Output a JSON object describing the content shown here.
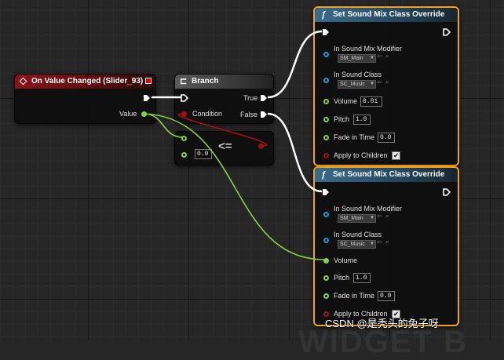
{
  "on_value_changed": {
    "title": "On Value Changed (Slider_93)",
    "value_label": "Value"
  },
  "branch": {
    "title": "Branch",
    "true_label": "True",
    "false_label": "False",
    "condition_label": "Condition"
  },
  "compare": {
    "operator": "<=",
    "value": "0.0"
  },
  "override_1": {
    "title": "Set Sound Mix Class Override",
    "modifier_label": "In Sound Mix Modifier",
    "modifier_value": "SM_Main",
    "class_label": "In Sound Class",
    "class_value": "SC_Music",
    "volume_label": "Volume",
    "volume_value": "0.01",
    "pitch_label": "Pitch",
    "pitch_value": "1.0",
    "fade_label": "Fade in Time",
    "fade_value": "0.0",
    "children_label": "Apply to Children",
    "children_checked": "✔"
  },
  "override_2": {
    "title": "Set Sound Mix Class Override",
    "modifier_label": "In Sound Mix Modifier",
    "modifier_value": "SM_Main",
    "class_label": "In Sound Class",
    "class_value": "SC_Music",
    "volume_label": "Volume",
    "pitch_label": "Pitch",
    "pitch_value": "1.0",
    "fade_label": "Fade in Time",
    "fade_value": "0.0",
    "children_label": "Apply to Children",
    "children_checked": "✔"
  },
  "watermark": "CSDN @是秃头的兔子呀",
  "background_text": "WIDGET B",
  "colors": {
    "exec": "#ffffff",
    "float": "#8ad044",
    "bool": "#a01010",
    "object": "#1e9ad0",
    "selected": "#f0a020"
  }
}
